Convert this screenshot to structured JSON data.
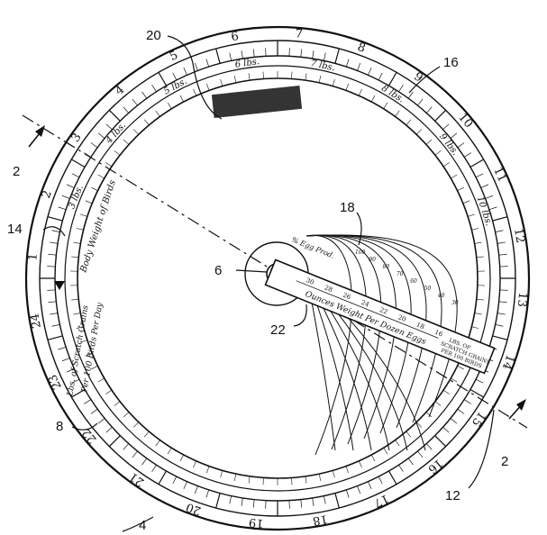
{
  "refs": {
    "r4": "4",
    "r6": "6",
    "r8": "8",
    "r12": "12",
    "r14": "14",
    "r16": "16",
    "r18": "18",
    "r20": "20",
    "r22": "22",
    "section_a": "2",
    "section_b": "2"
  },
  "outer_scale": [
    "1",
    "2",
    "3",
    "4",
    "5",
    "6",
    "7",
    "8",
    "9",
    "10",
    "11",
    "12",
    "13",
    "14",
    "15",
    "16",
    "17",
    "18",
    "19",
    "20",
    "21",
    "22",
    "23",
    "24"
  ],
  "weight_scale": [
    "3 lbs.",
    "4 lbs.",
    "5 lbs.",
    "6 lbs.",
    "7 lbs.",
    "8 lbs.",
    "9 lbs.",
    "10 lbs."
  ],
  "labels": {
    "body_weight": "Body Weight of Birds",
    "scratch_line1": "Lbs. of Scratch Grains",
    "scratch_line2": "Per 100 Birds Per Day",
    "ounces": "Ounces Weight Per Dozen Eggs",
    "pct_eggs": "% Egg Prod.",
    "arm_tip1": "LBS. OF",
    "arm_tip2": "SCRATCH GRAINS",
    "arm_tip3": "PER 100 BIRDS"
  },
  "arm_scale": [
    "16",
    "18",
    "20",
    "22",
    "24",
    "26",
    "28",
    "30"
  ],
  "curve_labels": [
    "100",
    "90",
    "80",
    "70",
    "60",
    "50",
    "40",
    "30"
  ]
}
